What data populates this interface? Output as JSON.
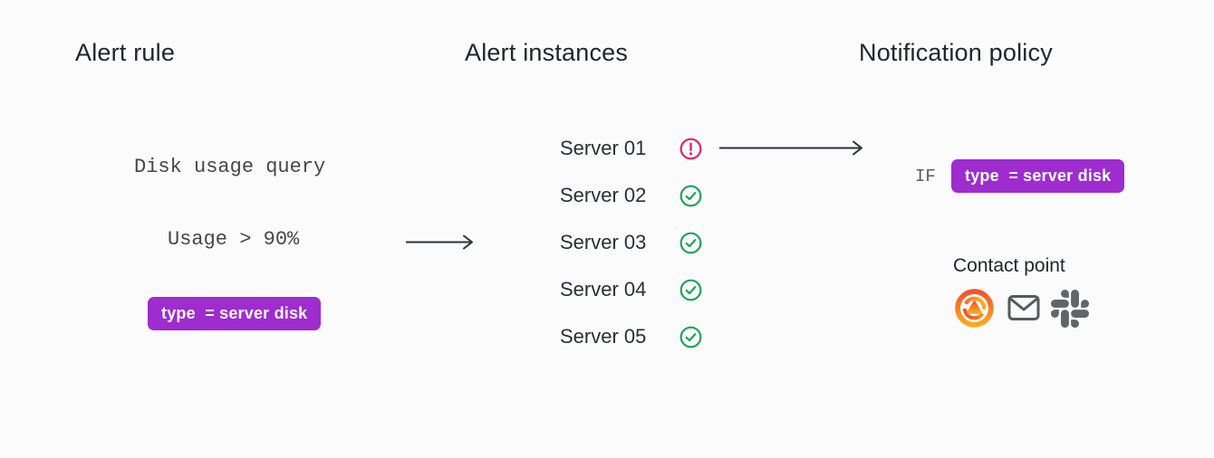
{
  "page": {
    "background": "#fbfbfb"
  },
  "colors": {
    "heading": "#22262c",
    "mono_text": "#474747",
    "badge_background": "#9e2ccf",
    "badge_text": "#ffffff",
    "firing": "#e0226e",
    "ok": "#1fa25c",
    "arrow": "#2c3138",
    "envelope": "#555a60",
    "slack": "#616468",
    "grafana_gradient_top": "#f2542c",
    "grafana_gradient_bottom": "#fbab1f"
  },
  "alert_rule": {
    "title": "Alert rule",
    "query": "Disk usage query",
    "condition": "Usage > 90%",
    "label_badge": "type  = server disk"
  },
  "alert_instances": {
    "title": "Alert instances",
    "servers": [
      {
        "name": "Server 01",
        "status": "firing"
      },
      {
        "name": "Server 02",
        "status": "normal"
      },
      {
        "name": "Server 03",
        "status": "normal"
      },
      {
        "name": "Server 04",
        "status": "normal"
      },
      {
        "name": "Server 05",
        "status": "normal"
      }
    ]
  },
  "notification_policy": {
    "title": "Notification policy",
    "matcher_keyword": "IF",
    "matcher_badge": "type  = server disk",
    "contact_point_label": "Contact point",
    "contact_point_icons": [
      "grafana-alerting-icon",
      "email-icon",
      "slack-icon"
    ]
  }
}
